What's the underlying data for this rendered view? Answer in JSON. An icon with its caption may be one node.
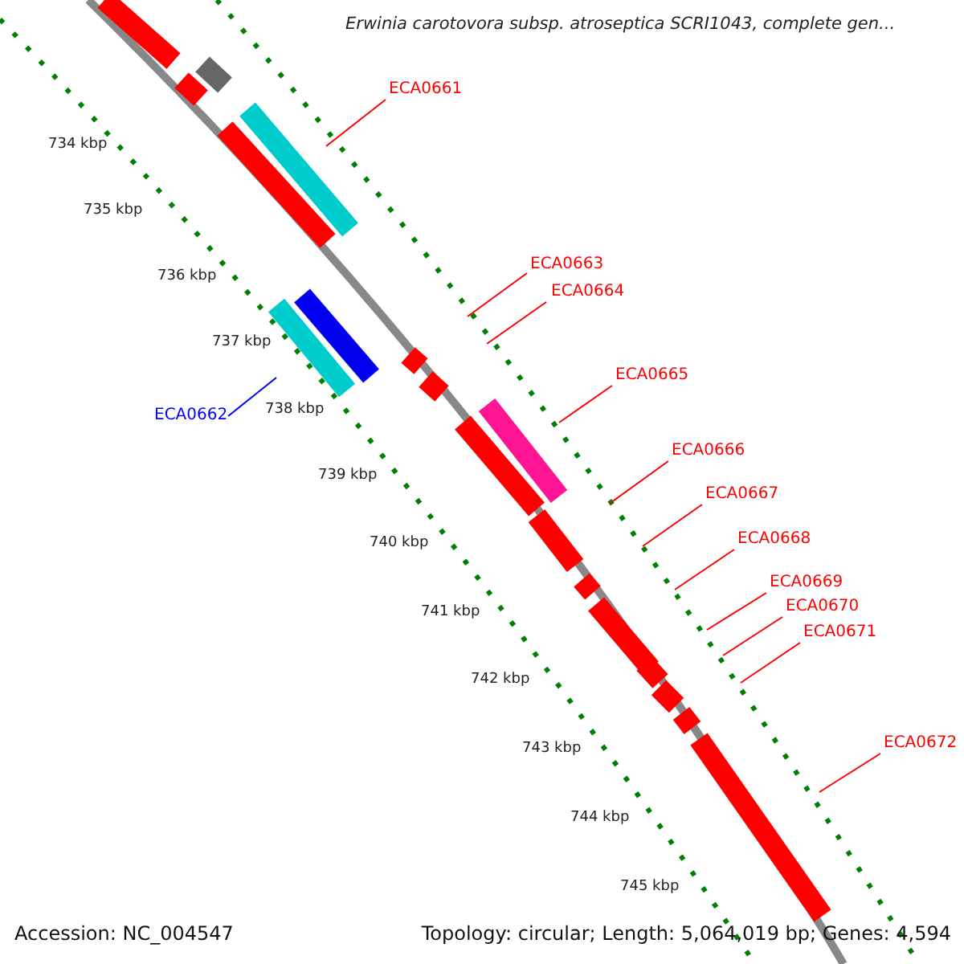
{
  "diagram": {
    "title": "Erwinia carotovora subsp. atroseptica SCRI1043, complete gen...",
    "nodes": [
      {
        "text": [
          "ECA0661"
        ]
      },
      {
        "text": [
          "ECA0663"
        ]
      },
      {
        "text": [
          "ECA0664"
        ]
      },
      {
        "text": [
          "ECA0662"
        ]
      },
      {
        "text": [
          "ECA0665"
        ]
      },
      {
        "text": [
          "ECA0666"
        ]
      },
      {
        "text": [
          "ECA0667"
        ]
      },
      {
        "text": [
          "ECA0668"
        ]
      },
      {
        "text": [
          "ECA0669"
        ]
      },
      {
        "text": [
          "ECA0670"
        ]
      },
      {
        "text": [
          "ECA0671"
        ]
      },
      {
        "text": [
          "ECA0672"
        ]
      }
    ],
    "edges": [
      {
        "from": 0,
        "to": null,
        "arrow": "none"
      },
      {
        "from": 1,
        "to": null,
        "arrow": "none"
      },
      {
        "from": 2,
        "to": null,
        "arrow": "none"
      },
      {
        "from": 3,
        "to": null,
        "arrow": "none",
        "color": "#0000ff"
      },
      {
        "from": 4,
        "to": null,
        "arrow": "none"
      },
      {
        "from": 5,
        "to": null,
        "arrow": "none"
      },
      {
        "from": 6,
        "to": null,
        "arrow": "none"
      },
      {
        "from": 7,
        "to": null,
        "arrow": "none"
      },
      {
        "from": 8,
        "to": null,
        "arrow": "none"
      },
      {
        "from": 9,
        "to": null,
        "arrow": "none"
      },
      {
        "from": 10,
        "to": null,
        "arrow": "none"
      },
      {
        "from": 11,
        "to": null,
        "arrow": "none"
      }
    ],
    "labels": [
      "734 kbp",
      "735 kbp",
      "736 kbp",
      "737 kbp",
      "738 kbp",
      "739 kbp",
      "740 kbp",
      "741 kbp",
      "742 kbp",
      "743 kbp",
      "744 kbp",
      "745 kbp",
      "Accession: NC_004547",
      "Topology: circular; Length: 5,064,019 bp; Genes: 4,594"
    ]
  }
}
